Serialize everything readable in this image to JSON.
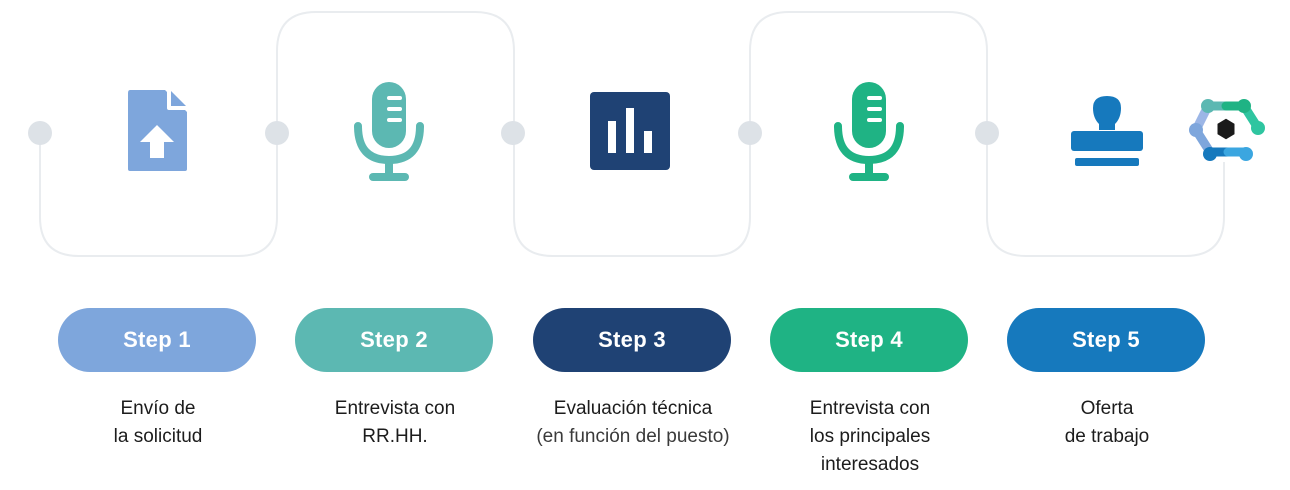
{
  "colors": {
    "step1": "#7ea6dc",
    "step2": "#5cb8b2",
    "step3": "#1f4274",
    "step4": "#1fb384",
    "step5": "#1679bd",
    "connector": "#e9ecef",
    "dot": "#dde2e7"
  },
  "steps": [
    {
      "label": "Step 1",
      "icon": "file-upload-icon",
      "lines": [
        "Envío de",
        "la solicitud"
      ]
    },
    {
      "label": "Step 2",
      "icon": "microphone-icon",
      "lines": [
        "Entrevista con",
        "RR.HH."
      ]
    },
    {
      "label": "Step 3",
      "icon": "bar-chart-icon",
      "lines": [
        "Evaluación técnica",
        "(en función del puesto)"
      ]
    },
    {
      "label": "Step 4",
      "icon": "microphone-icon",
      "lines": [
        "Entrevista con",
        "los principales",
        "interesados"
      ]
    },
    {
      "label": "Step 5",
      "icon": "stamp-icon",
      "lines": [
        "Oferta",
        "de trabajo"
      ]
    }
  ],
  "logo": {
    "icon": "hexagon-network-logo"
  }
}
